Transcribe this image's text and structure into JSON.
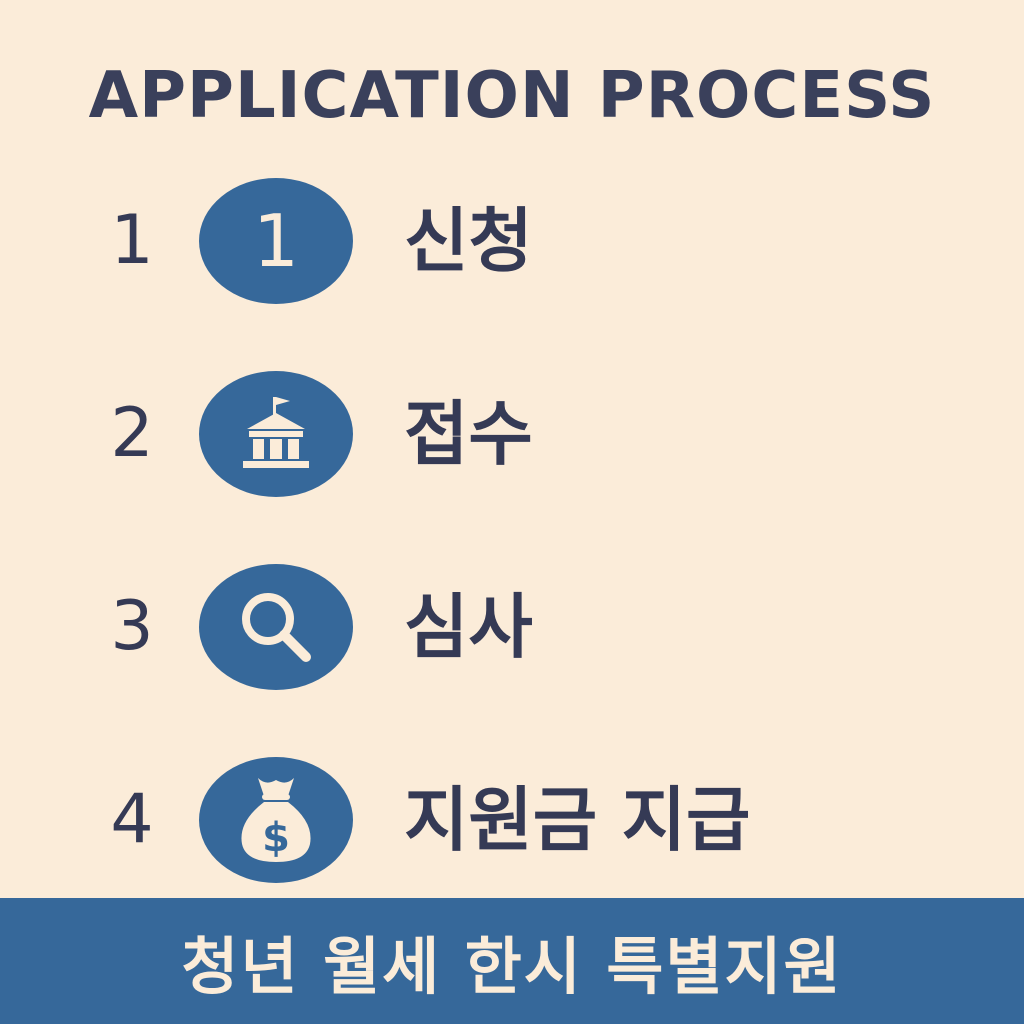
{
  "title": "APPLICATION PROCESS",
  "steps": [
    {
      "number": "1",
      "icon": "number-1-icon",
      "circle_text": "1",
      "label": "신청"
    },
    {
      "number": "2",
      "icon": "government-building-icon",
      "label": "접수"
    },
    {
      "number": "3",
      "icon": "magnifier-icon",
      "label": "심사"
    },
    {
      "number": "4",
      "icon": "money-bag-icon",
      "label": "지원금 지급"
    }
  ],
  "banner": "청년 월세 한시 특별지원",
  "colors": {
    "background": "#fbecd9",
    "accent": "#36689a",
    "text": "#353a55"
  }
}
